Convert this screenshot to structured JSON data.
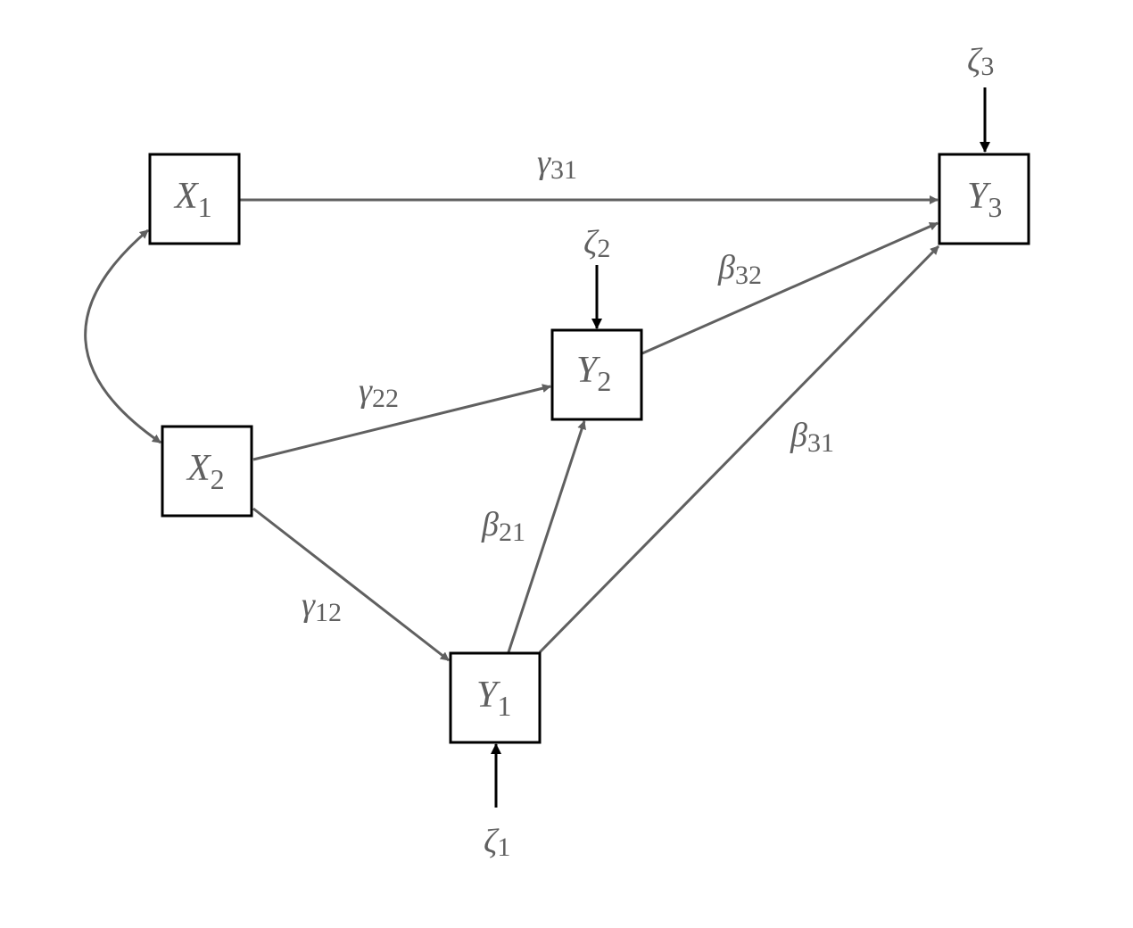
{
  "diagram": {
    "type": "path-diagram",
    "nodes": [
      {
        "id": "X1",
        "main": "X",
        "sub": "1"
      },
      {
        "id": "X2",
        "main": "X",
        "sub": "2"
      },
      {
        "id": "Y1",
        "main": "Y",
        "sub": "1"
      },
      {
        "id": "Y2",
        "main": "Y",
        "sub": "2"
      },
      {
        "id": "Y3",
        "main": "Y",
        "sub": "3"
      }
    ],
    "errors": [
      {
        "id": "z1",
        "main": "ζ",
        "sub": "1",
        "target": "Y1"
      },
      {
        "id": "z2",
        "main": "ζ",
        "sub": "2",
        "target": "Y2"
      },
      {
        "id": "z3",
        "main": "ζ",
        "sub": "3",
        "target": "Y3"
      }
    ],
    "paths": [
      {
        "id": "g31",
        "from": "X1",
        "to": "Y3",
        "main": "γ",
        "sub": "31"
      },
      {
        "id": "g22",
        "from": "X2",
        "to": "Y2",
        "main": "γ",
        "sub": "22"
      },
      {
        "id": "g12",
        "from": "X2",
        "to": "Y1",
        "main": "γ",
        "sub": "12"
      },
      {
        "id": "b21",
        "from": "Y1",
        "to": "Y2",
        "main": "β",
        "sub": "21"
      },
      {
        "id": "b31",
        "from": "Y1",
        "to": "Y3",
        "main": "β",
        "sub": "31"
      },
      {
        "id": "b32",
        "from": "Y2",
        "to": "Y3",
        "main": "β",
        "sub": "32"
      }
    ],
    "covariances": [
      {
        "id": "x1x2",
        "a": "X1",
        "b": "X2"
      }
    ],
    "colors": {
      "path": "#606060",
      "box": "#000000",
      "error_arrow": "#000000",
      "label": "#606060"
    }
  }
}
